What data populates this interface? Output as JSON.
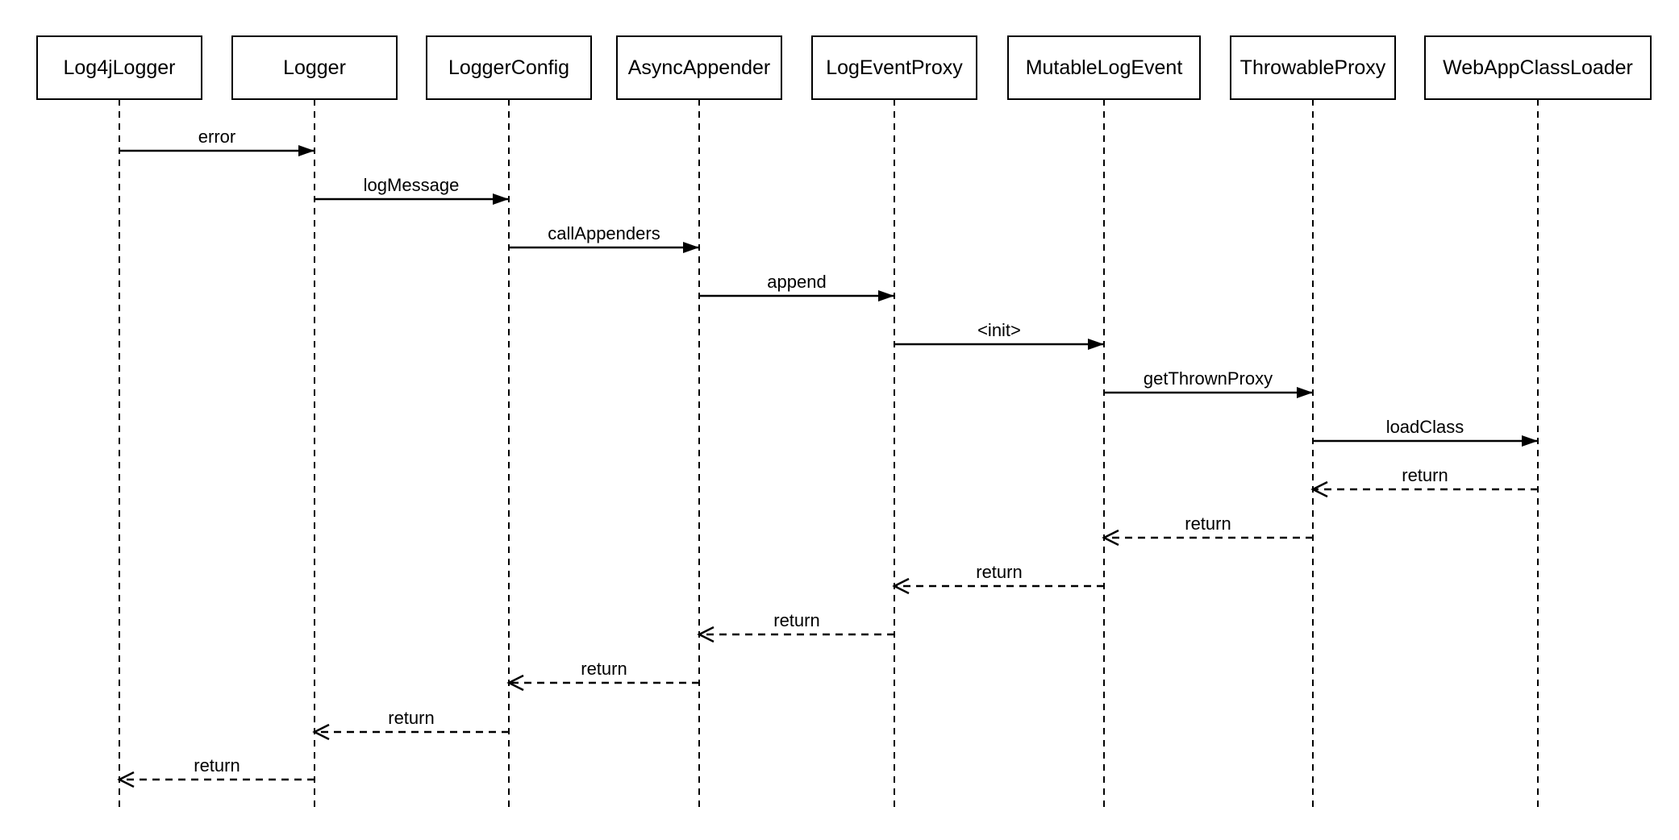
{
  "diagram": {
    "type": "uml-sequence-diagram",
    "colors": {
      "stroke": "#000000",
      "background": "#ffffff",
      "text": "#000000"
    },
    "participants": [
      {
        "name": "Log4jLogger"
      },
      {
        "name": "Logger"
      },
      {
        "name": "LoggerConfig"
      },
      {
        "name": "AsyncAppender"
      },
      {
        "name": "LogEventProxy"
      },
      {
        "name": "MutableLogEvent"
      },
      {
        "name": "ThrowableProxy"
      },
      {
        "name": "WebAppClassLoader"
      }
    ],
    "messages": [
      {
        "label": "error",
        "from": "Log4jLogger",
        "to": "Logger",
        "kind": "call"
      },
      {
        "label": "logMessage",
        "from": "Logger",
        "to": "LoggerConfig",
        "kind": "call"
      },
      {
        "label": "callAppenders",
        "from": "LoggerConfig",
        "to": "AsyncAppender",
        "kind": "call"
      },
      {
        "label": "append",
        "from": "AsyncAppender",
        "to": "LogEventProxy",
        "kind": "call"
      },
      {
        "label": "<init>",
        "from": "LogEventProxy",
        "to": "MutableLogEvent",
        "kind": "call"
      },
      {
        "label": "getThrownProxy",
        "from": "MutableLogEvent",
        "to": "ThrowableProxy",
        "kind": "call"
      },
      {
        "label": "loadClass",
        "from": "ThrowableProxy",
        "to": "WebAppClassLoader",
        "kind": "call"
      },
      {
        "label": "return",
        "from": "WebAppClassLoader",
        "to": "ThrowableProxy",
        "kind": "return"
      },
      {
        "label": "return",
        "from": "ThrowableProxy",
        "to": "MutableLogEvent",
        "kind": "return"
      },
      {
        "label": "return",
        "from": "MutableLogEvent",
        "to": "LogEventProxy",
        "kind": "return"
      },
      {
        "label": "return",
        "from": "LogEventProxy",
        "to": "AsyncAppender",
        "kind": "return"
      },
      {
        "label": "return",
        "from": "AsyncAppender",
        "to": "LoggerConfig",
        "kind": "return"
      },
      {
        "label": "return",
        "from": "LoggerConfig",
        "to": "Logger",
        "kind": "return"
      },
      {
        "label": "return",
        "from": "Logger",
        "to": "Log4jLogger",
        "kind": "return"
      }
    ]
  }
}
